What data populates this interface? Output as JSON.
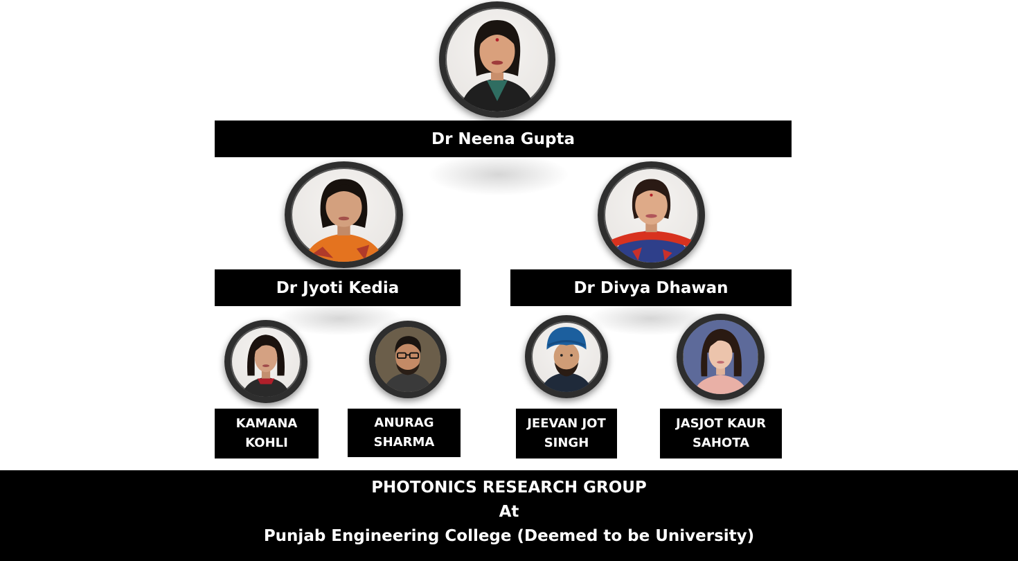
{
  "head": {
    "name": "Dr Neena Gupta"
  },
  "leads": [
    {
      "name": "Dr Jyoti Kedia"
    },
    {
      "name": "Dr Divya Dhawan"
    }
  ],
  "members": [
    {
      "line1": "KAMANA",
      "line2": "KOHLI"
    },
    {
      "line1": "ANURAG",
      "line2": "SHARMA"
    },
    {
      "line1": "JEEVAN JOT",
      "line2": "SINGH"
    },
    {
      "line1": "JASJOT KAUR",
      "line2": "SAHOTA"
    }
  ],
  "footer": {
    "line1": "PHOTONICS RESEARCH GROUP",
    "line2": "At",
    "line3": "Punjab Engineering College (Deemed to be University)"
  },
  "colors": {
    "box": "#000000",
    "text": "#ffffff",
    "frame": "#2e2e2e"
  }
}
